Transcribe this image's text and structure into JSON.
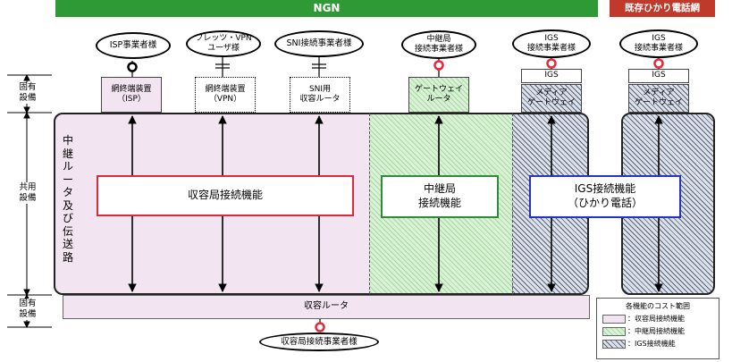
{
  "header": {
    "ngn": "NGN",
    "legacy": "既存ひかり電話網"
  },
  "side_labels": {
    "dedicated_top": "固有\n設備",
    "shared": "共用\n設備",
    "dedicated_bottom": "固有\n設備"
  },
  "operators": {
    "isp": "ISP事業者様",
    "flets_vpn": "フレッツ・VPN\nユーザ様",
    "sni": "SNI接続事業者様",
    "relay": "中継局\n接続事業者様",
    "igs": "IGS\n接続事業者様",
    "igs_legacy": "IGS\n接続事業者様",
    "accommodation": "収容局接続事業者様"
  },
  "equipment": {
    "isp_terminal": "網終端装置\n（ISP）",
    "vpn_terminal": "網終端装置\n（VPN）",
    "sni_router": "SNI用\n収容ルータ",
    "gateway_router": "ゲートウェイ\nルータ",
    "igs": "IGS",
    "media_gateway": "メディア\nゲートウェイ",
    "igs_legacy": "IGS",
    "media_gateway_legacy": "メディア\nゲートウェイ",
    "accommodation_router": "収容ルータ"
  },
  "relay_path": "中継ルータ及び伝送路",
  "functions": {
    "accommodation": "収容局接続機能",
    "relay": "中継局\n接続機能",
    "igs": "IGS接続機能\n（ひかり電話）"
  },
  "legend": {
    "title": "各機能のコスト範囲",
    "items": [
      {
        "label": "：収容局接続機能",
        "color": "#f2e4f1"
      },
      {
        "label": "：中継局接続機能",
        "color": "#a9d9a3"
      },
      {
        "label": "：IGS接続機能",
        "color": "#596379"
      }
    ]
  },
  "colors": {
    "ngn_bar": "#2e9a36",
    "legacy_bar": "#c0392b",
    "accommodation_border": "#e0283c",
    "relay_border": "#2e8b3a",
    "igs_border": "#2433c6",
    "connection_point": "#e8283a"
  }
}
